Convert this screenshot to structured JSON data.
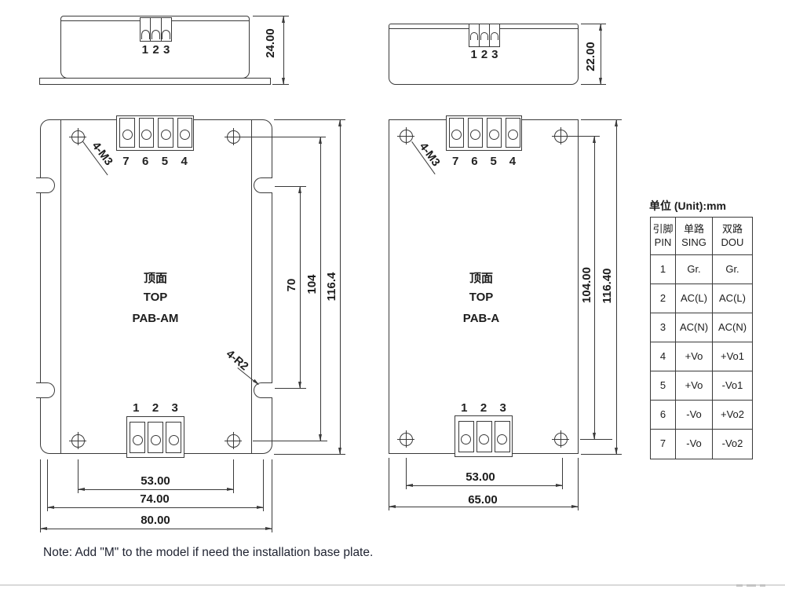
{
  "unit_label": "单位 (Unit):mm",
  "note": "Note: Add \"M\" to the model if need the installation base plate.",
  "side_left": {
    "pins": [
      "1",
      "2",
      "3"
    ],
    "height_dim": "24.00"
  },
  "side_right": {
    "pins": [
      "1",
      "2",
      "3"
    ],
    "height_dim": "22.00"
  },
  "module_left": {
    "face_cn": "顶面",
    "face_en": "TOP",
    "model": "PAB-AM",
    "top_pins": [
      "7",
      "6",
      "5",
      "4"
    ],
    "bottom_pins": [
      "1",
      "2",
      "3"
    ],
    "screw_note": "4-M3",
    "radius_note": "4-R2",
    "dim_slot_span": "70",
    "dim_screw_span_v": "104",
    "dim_height": "116.4",
    "dim_screw_span_h": "53.00",
    "dim_slot_span_h": "74.00",
    "dim_width": "80.00"
  },
  "module_right": {
    "face_cn": "顶面",
    "face_en": "TOP",
    "model": "PAB-A",
    "top_pins": [
      "7",
      "6",
      "5",
      "4"
    ],
    "bottom_pins": [
      "1",
      "2",
      "3"
    ],
    "screw_note": "4-M3",
    "dim_screw_span_v": "104.00",
    "dim_height": "116.40",
    "dim_screw_span_h": "53.00",
    "dim_width": "65.00"
  },
  "pin_table": {
    "headers": {
      "pin_cn": "引脚",
      "pin_en": "PIN",
      "single_cn": "单路",
      "single_en": "SING",
      "dual_cn": "双路",
      "dual_en": "DOU"
    },
    "rows": [
      {
        "pin": "1",
        "single": "Gr.",
        "dual": "Gr."
      },
      {
        "pin": "2",
        "single": "AC(L)",
        "dual": "AC(L)"
      },
      {
        "pin": "3",
        "single": "AC(N)",
        "dual": "AC(N)"
      },
      {
        "pin": "4",
        "single": "+Vo",
        "dual": "+Vo1"
      },
      {
        "pin": "5",
        "single": "+Vo",
        "dual": "-Vo1"
      },
      {
        "pin": "6",
        "single": "-Vo",
        "dual": "+Vo2"
      },
      {
        "pin": "7",
        "single": "-Vo",
        "dual": "-Vo2"
      }
    ]
  }
}
